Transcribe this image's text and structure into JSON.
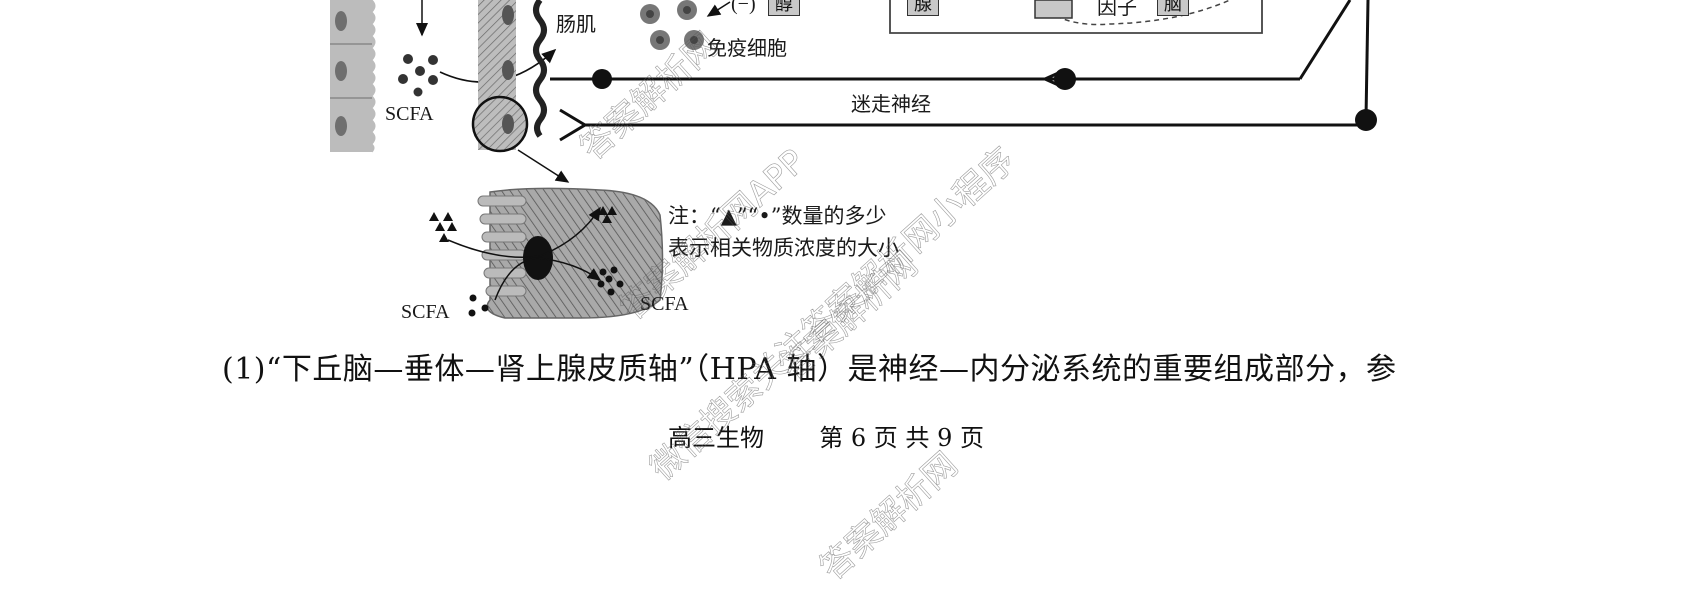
{
  "diagram": {
    "labels": {
      "intestinal_muscle": "肠肌",
      "immune_cells": "免疫细胞",
      "inhibit_sign": "(−)",
      "box_alcohol_fragment": "醇",
      "box_gland_fragment": "腺",
      "factor_fragment": "因子",
      "box_brain_fragment": "脑",
      "vagus_nerve": "迷走神经",
      "scfa_top": "SCFA",
      "scfa_bottom_left": "SCFA",
      "scfa_bottom_right": "SCFA"
    },
    "note": {
      "line1": "注：“▲”“•”数量的多少",
      "line2": "表示相关物质浓度的大小"
    },
    "colors": {
      "cell_gray": "#b8b8b8",
      "nerve_black": "#111111",
      "box_fill": "#c8c8c8"
    }
  },
  "question": {
    "text": "(1)“下丘脑—垂体—肾上腺皮质轴”（HPA 轴）是神经—内分泌系统的重要组成部分，参"
  },
  "footer": {
    "subject": "高三生物",
    "page_info": "第 6 页 共 9 页"
  },
  "watermarks": [
    "答案解析网",
    "答案解析网APP",
    "答案解析网",
    "微信搜索关注答案解析网小程序",
    "答案解析网"
  ]
}
